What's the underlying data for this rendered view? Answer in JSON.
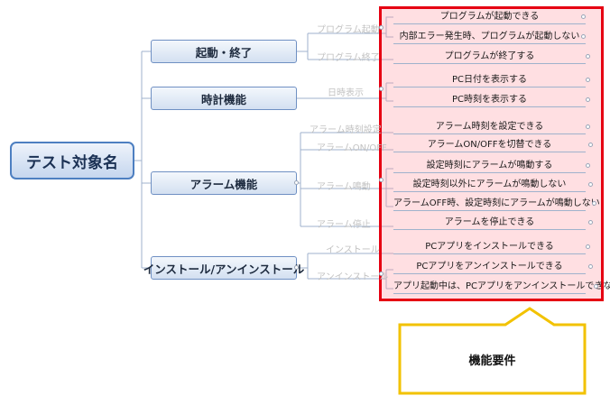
{
  "root": {
    "label": "テスト対象名"
  },
  "categories": [
    {
      "label": "起動・終了",
      "subs": [
        {
          "label": "プログラム起動",
          "reqs": [
            "プログラムが起動できる",
            "内部エラー発生時、プログラムが起動しない"
          ]
        },
        {
          "label": "プログラム終了",
          "reqs": [
            "プログラムが終了する"
          ]
        }
      ]
    },
    {
      "label": "時計機能",
      "subs": [
        {
          "label": "日時表示",
          "reqs": [
            "PC日付を表示する",
            "PC時刻を表示する"
          ]
        }
      ]
    },
    {
      "label": "アラーム機能",
      "subs": [
        {
          "label": "アラーム時刻設定",
          "reqs": [
            "アラーム時刻を設定できる"
          ]
        },
        {
          "label": "アラームON/OFF",
          "reqs": [
            "アラームON/OFFを切替できる"
          ]
        },
        {
          "label": "アラーム鳴動",
          "reqs": [
            "設定時刻にアラームが鳴動する",
            "設定時刻以外にアラームが鳴動しない",
            "アラームOFF時、設定時刻にアラームが鳴動しない"
          ]
        },
        {
          "label": "アラーム停止",
          "reqs": [
            "アラームを停止できる"
          ]
        }
      ]
    },
    {
      "label": "インストール/アンインストール",
      "subs": [
        {
          "label": "インストール",
          "reqs": [
            "PCアプリをインストールできる"
          ]
        },
        {
          "label": "アンインストール",
          "reqs": [
            "PCアプリをアンインストールできる",
            "アプリ起動中は、PCアプリをアンインストールできない"
          ]
        }
      ]
    }
  ],
  "callout": {
    "label": "機能要件"
  },
  "colors": {
    "highlight_border": "#e60012",
    "callout_border": "#f2c200",
    "node_border": "#6f90c3",
    "connector": "#9fb2cc"
  }
}
